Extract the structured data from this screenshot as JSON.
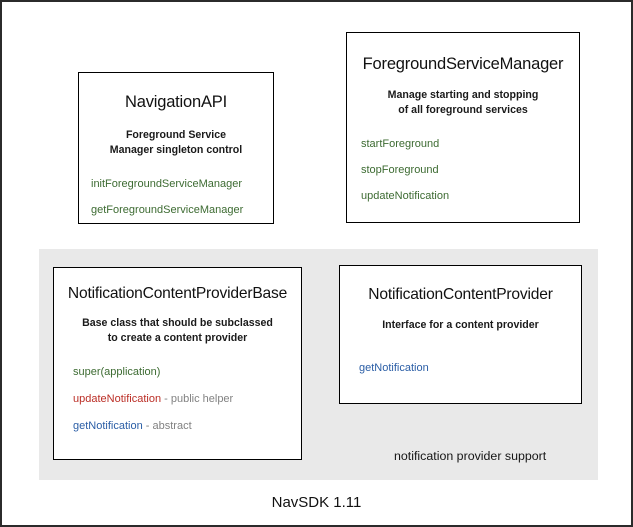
{
  "diagram": {
    "footer_caption": "NavSDK 1.11",
    "group": {
      "label": "notification provider support",
      "background": "#e9e9e9"
    },
    "colors": {
      "green": "#3d6b32",
      "red": "#bb2e26",
      "blue": "#2b5ea6",
      "note_gray": "#828282",
      "box_border": "#000000",
      "canvas_border": "#2b2b2b",
      "background": "#ffffff"
    },
    "boxes": [
      {
        "id": "navigation-api",
        "title": "NavigationAPI",
        "description_lines": [
          "Foreground Service",
          "Manager singleton control"
        ],
        "members": [
          {
            "name": "initForegroundServiceManager",
            "color": "green",
            "note": ""
          },
          {
            "name": "getForegroundServiceManager",
            "color": "green",
            "note": ""
          }
        ]
      },
      {
        "id": "foreground-service-manager",
        "title": "ForegroundServiceManager",
        "description_lines": [
          "Manage starting and stopping",
          "of all foreground services"
        ],
        "members": [
          {
            "name": "startForeground",
            "color": "green",
            "note": ""
          },
          {
            "name": "stopForeground",
            "color": "green",
            "note": ""
          },
          {
            "name": "updateNotification",
            "color": "green",
            "note": ""
          }
        ]
      },
      {
        "id": "notification-content-provider-base",
        "title": "NotificationContentProviderBase",
        "description_lines": [
          "Base class that should be subclassed",
          "to create a content provider"
        ],
        "members": [
          {
            "name": "super(application)",
            "color": "green",
            "note": ""
          },
          {
            "name": "updateNotification",
            "color": "red",
            "note": " - public helper"
          },
          {
            "name": "getNotification",
            "color": "blue",
            "note": " - abstract"
          }
        ]
      },
      {
        "id": "notification-content-provider",
        "title": "NotificationContentProvider",
        "description_lines": [
          "Interface for a content provider"
        ],
        "members": [
          {
            "name": "getNotification",
            "color": "blue",
            "note": ""
          }
        ]
      }
    ]
  }
}
